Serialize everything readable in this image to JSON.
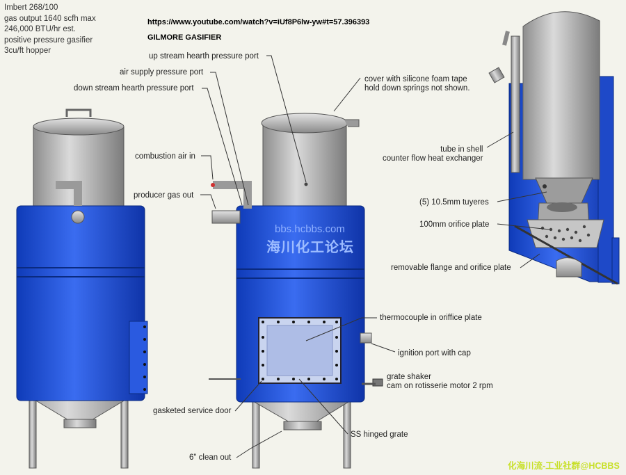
{
  "spec_lines": [
    "Imbert 268/100",
    "gas output 1640 scfh max",
    "246,000 BTU/hr est.",
    "positive pressure gasifier",
    "3cu/ft hopper"
  ],
  "header": {
    "url": "https://www.youtube.com/watch?v=iUf8P6lw-yw#t=57.396393",
    "title": "GILMORE GASIFIER"
  },
  "labels": {
    "upstream": "up stream hearth pressure port",
    "airport": "air supply pressure port",
    "downstream": "down stream hearth pressure port",
    "cover": "cover with silicone foam tape\nhold down springs not shown.",
    "combustion": "combustion air in",
    "producer": "producer gas out",
    "tube": "tube in shell\ncounter flow heat exchanger",
    "tuyeres": "(5) 10.5mm tuyeres",
    "orifice": "100mm orifice plate",
    "flange": "removable flange and orifice plate",
    "thermocouple": "thermocouple in oriffice plate",
    "ignition": "ignition port with cap",
    "grate": "grate shaker\ncam on rotisserie motor 2 rpm",
    "door": "gasketed service door",
    "hinged": "SS hinged grate",
    "cleanout": "6\" clean out"
  },
  "watermarks": {
    "site": "bbs.hcbbs.com",
    "forum": "海川化工论坛",
    "footer": "化海川流-工业社群@HCBBS"
  },
  "colors": {
    "drum": "#1f4fd6",
    "steel": "#b9b9b9",
    "background": "#f3f3ec",
    "leader": "#333333"
  }
}
